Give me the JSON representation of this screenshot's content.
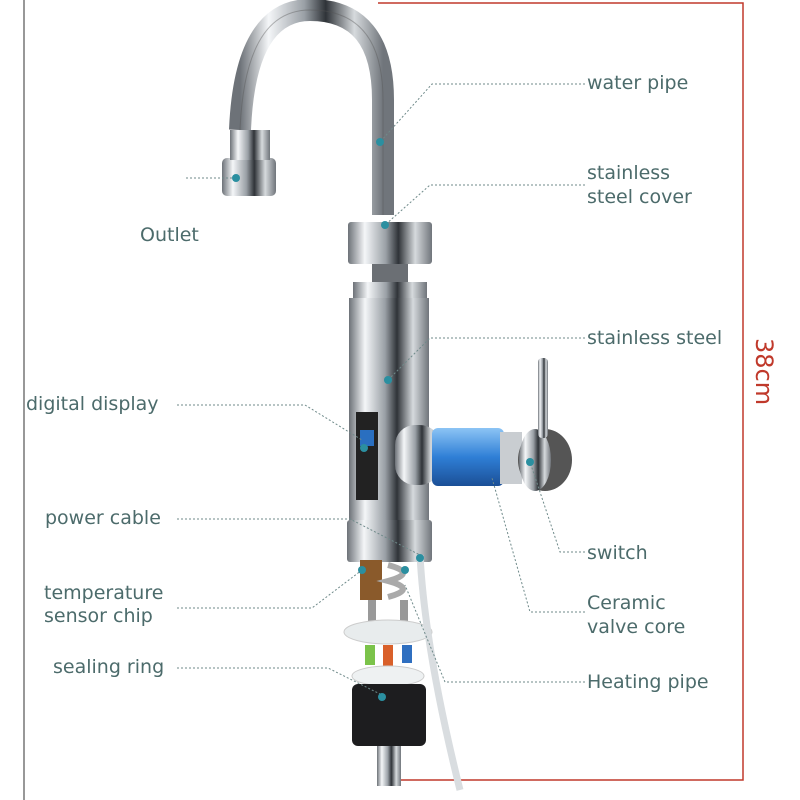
{
  "labels": {
    "water_pipe": "water pipe",
    "stainless_steel_cover_1": "stainless",
    "stainless_steel_cover_2": "steel cover",
    "outlet": "Outlet",
    "stainless_steel": "stainless steel",
    "digital_display": "digital display",
    "power_cable": "power cable",
    "temperature_sensor_chip_1": "temperature",
    "temperature_sensor_chip_2": "sensor chip",
    "sealing_ring": "sealing ring",
    "switch": "switch",
    "ceramic_valve_core_1": "Ceramic",
    "ceramic_valve_core_2": "valve core",
    "heating_pipe": "Heating pipe"
  },
  "dimension": "38cm",
  "colors": {
    "label_text": "#4c6b6b",
    "leader": "#6f8a8a",
    "dot": "#2b8fa0",
    "dimension": "#c0392b",
    "valve_blue": "#2f7fd6"
  }
}
